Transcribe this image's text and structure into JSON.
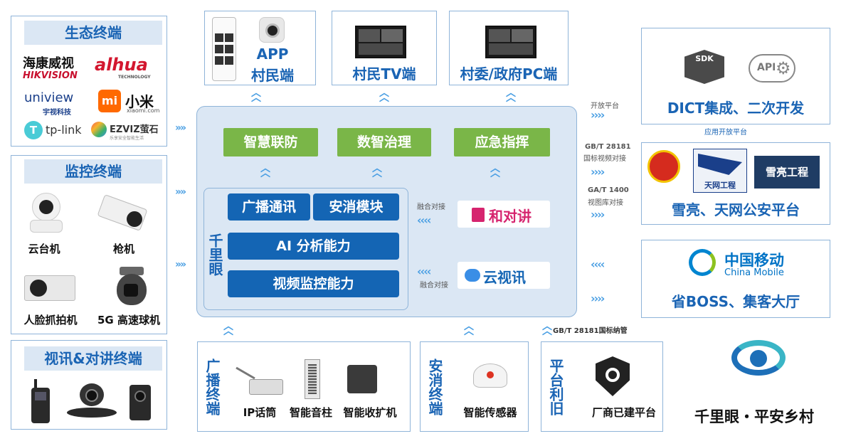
{
  "eco": {
    "title": "生态终端",
    "brands": [
      "海康威视",
      "HIKVISION",
      "alhua",
      "TECHNOLOGY",
      "uniview",
      "宇视科技",
      "小米",
      "xiaomi.com",
      "tp-link",
      "EZVIZ萤石",
      "乐享安全智能生活"
    ]
  },
  "monitor": {
    "title": "监控终端",
    "items": [
      "云台机",
      "枪机",
      "人脸抓拍机",
      "5G 高速球机"
    ]
  },
  "video": {
    "title": "视讯&对讲终端"
  },
  "top": {
    "app": [
      "APP",
      "村民端"
    ],
    "tv": "村民TV端",
    "pc": "村委/政府PC端"
  },
  "center": {
    "green": [
      "智慧联防",
      "数智治理",
      "应急指挥"
    ],
    "qly": "千里眼",
    "blue": [
      "广播通讯",
      "安消模块",
      "AI 分析能力",
      "视频监控能力"
    ],
    "hedj": "和对讲",
    "yunshixun": "云视讯",
    "fusion": "融合对接"
  },
  "right": {
    "dict": "DICT集成、二次开发",
    "sdk": "SDK",
    "api": "API",
    "app_platform": "应用开放平台",
    "open_platform": "开放平台",
    "gb_line1": "GB/T 28181",
    "gb_line2": "国标视频对接",
    "ga_line1": "GA/T 1400",
    "ga_line2": "视图库对接",
    "tianwang_sign": "天网工程",
    "xueliang_sign": "雪亮工程",
    "police": "雪亮、天网公安平台",
    "cm_cn": "中国移动",
    "cm_en": "China Mobile",
    "boss": "省BOSS、集客大厅",
    "gb_accept": "GB/T 28181国标纳管"
  },
  "bottom": {
    "broadcast": "广播终端",
    "broadcast_items": [
      "IP话筒",
      "智能音柱",
      "智能收扩机"
    ],
    "fire": "安消终端",
    "fire_items": [
      "智能传感器"
    ],
    "platform": "平台利旧",
    "platform_items": [
      "厂商已建平台"
    ]
  },
  "slogan": "千里眼・平安乡村",
  "colors": {
    "blue": "#1465b4",
    "green": "#7ab648",
    "light_blue": "#dbe7f4",
    "arrow": "#4a9fe3"
  }
}
